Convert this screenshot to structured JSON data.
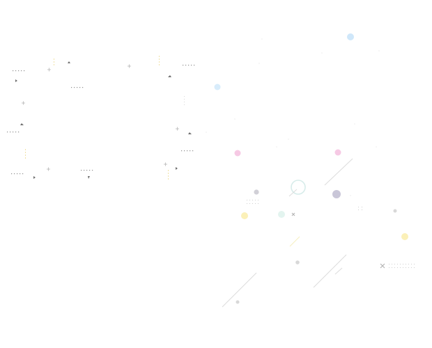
{
  "background": {
    "color": "#ffffff"
  },
  "palette": {
    "gray": "#9a9a9a",
    "light_gray": "#d8d8d8",
    "slate": "#c9c6d8",
    "pink": "#f6c9e4",
    "blue": "#cfe7fa",
    "yellow": "#fbf0b8",
    "mint": "#e3f4ef",
    "gold_dash": "#f1e2a6"
  },
  "decorations": {
    "left_cluster": [
      "dash-cluster",
      "triangle-marks",
      "plus-marks",
      "dot-rows"
    ],
    "right_cluster": [
      "circles",
      "diagonal-lines",
      "ring-icon",
      "x-icons",
      "grid-dots"
    ]
  }
}
